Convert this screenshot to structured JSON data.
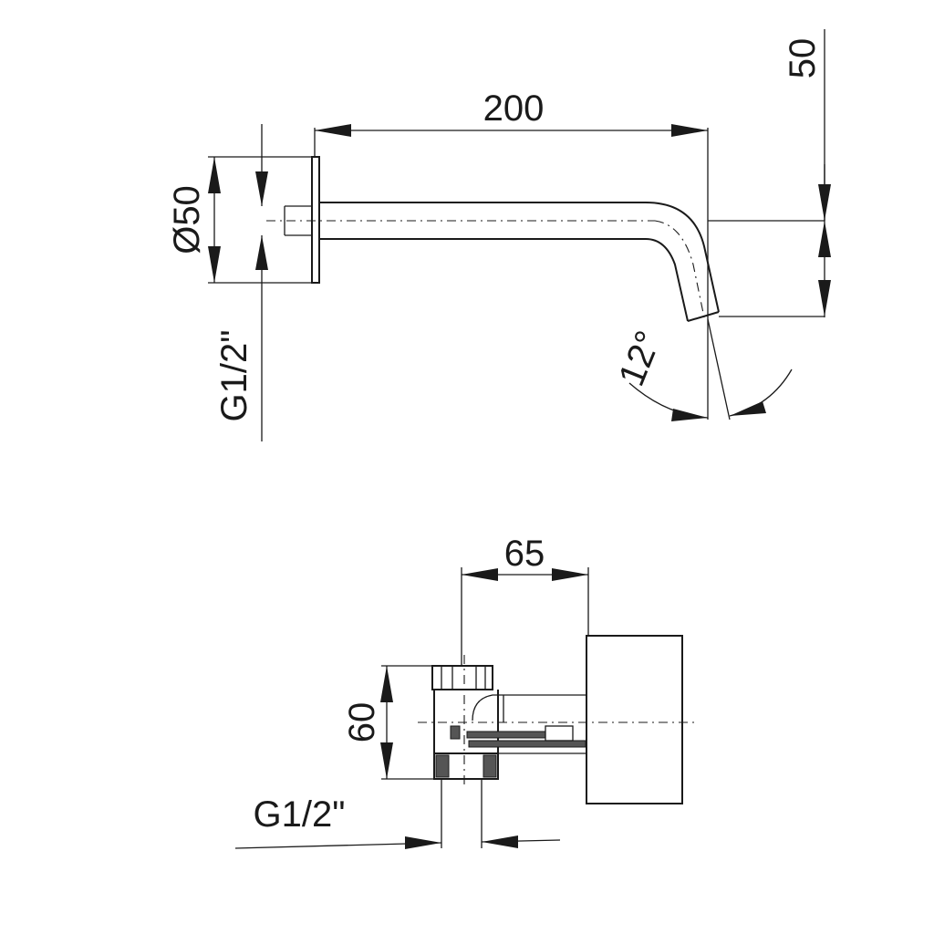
{
  "top_view": {
    "dim_length": "200",
    "dim_height_drop": "50",
    "dim_plate_diameter": "Ø50",
    "dim_thread": "G1/2\"",
    "dim_angle": "12°"
  },
  "bottom_view": {
    "dim_depth": "65",
    "dim_height": "60",
    "dim_thread": "G1/2\""
  }
}
